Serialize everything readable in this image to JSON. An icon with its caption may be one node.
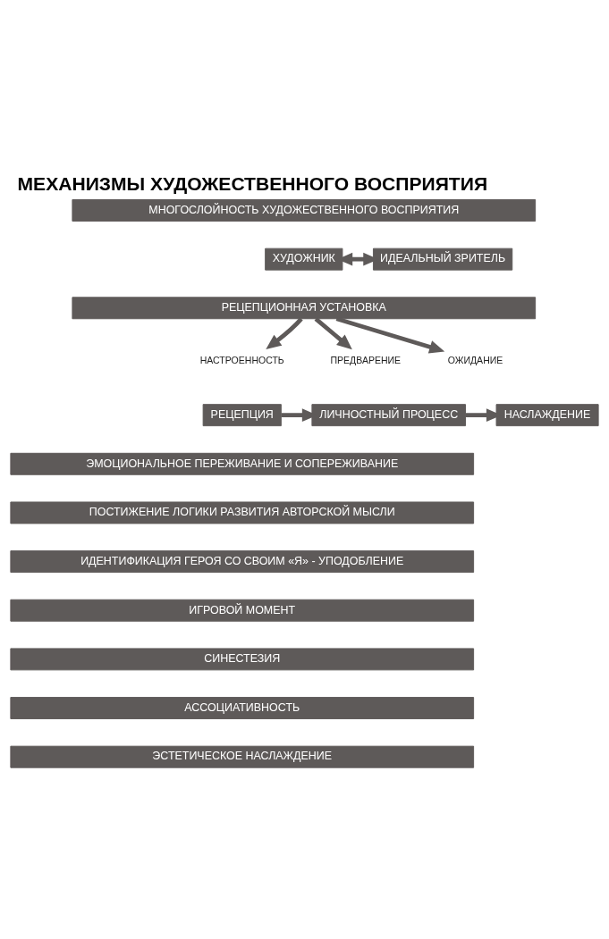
{
  "diagram": {
    "title": "МЕХАНИЗМЫ ХУДОЖЕСТВЕННОГО ВОСПРИЯТИЯ",
    "nodes": [
      {
        "text": [
          "МНОГОСЛОЙНОСТЬ ХУДОЖЕСТВЕННОГО ВОСПРИЯТИЯ"
        ]
      },
      {
        "text": [
          "ХУДОЖНИК"
        ]
      },
      {
        "text": [
          "ИДЕАЛЬНЫЙ ЗРИТЕЛЬ"
        ]
      },
      {
        "text": [
          "РЕЦЕПЦИОННАЯ УСТАНОВКА"
        ]
      },
      {
        "text": [
          "НАСТРОЕННОСТЬ"
        ]
      },
      {
        "text": [
          "ПРЕДВАРЕНИЕ"
        ]
      },
      {
        "text": [
          "ОЖИДАНИЕ"
        ]
      },
      {
        "text": [
          "РЕЦЕПЦИЯ"
        ]
      },
      {
        "text": [
          "ЛИЧНОСТНЫЙ ПРОЦЕСС"
        ]
      },
      {
        "text": [
          "НАСЛАЖДЕНИЕ"
        ]
      },
      {
        "text": [
          "ЭМОЦИОНАЛЬНОЕ ПЕРЕЖИВАНИЕ И СОПЕРЕЖИВАНИЕ"
        ]
      },
      {
        "text": [
          "ПОСТИЖЕНИЕ ЛОГИКИ РАЗВИТИЯ АВТОРСКОЙ МЫСЛИ"
        ]
      },
      {
        "text": [
          "ИДЕНТИФИКАЦИЯ ГЕРОЯ СО СВОИМ «Я» - УПОДОБЛЕНИЕ"
        ]
      },
      {
        "text": [
          "ИГРОВОЙ МОМЕНТ"
        ]
      },
      {
        "text": [
          "СИНЕСТЕЗИЯ"
        ]
      },
      {
        "text": [
          "АССОЦИАТИВНОСТЬ"
        ]
      },
      {
        "text": [
          "ЭСТЕТИЧЕСКОЕ НАСЛАЖДЕНИЕ"
        ]
      }
    ],
    "edges": [
      {
        "from": 1,
        "to": 2,
        "arrow": "both"
      },
      {
        "from": 3,
        "to": 4,
        "arrow": "to"
      },
      {
        "from": 3,
        "to": 5,
        "arrow": "to"
      },
      {
        "from": 3,
        "to": 6,
        "arrow": "to"
      },
      {
        "from": 7,
        "to": 8,
        "arrow": "to"
      },
      {
        "from": 8,
        "to": 9,
        "arrow": "to"
      }
    ]
  }
}
